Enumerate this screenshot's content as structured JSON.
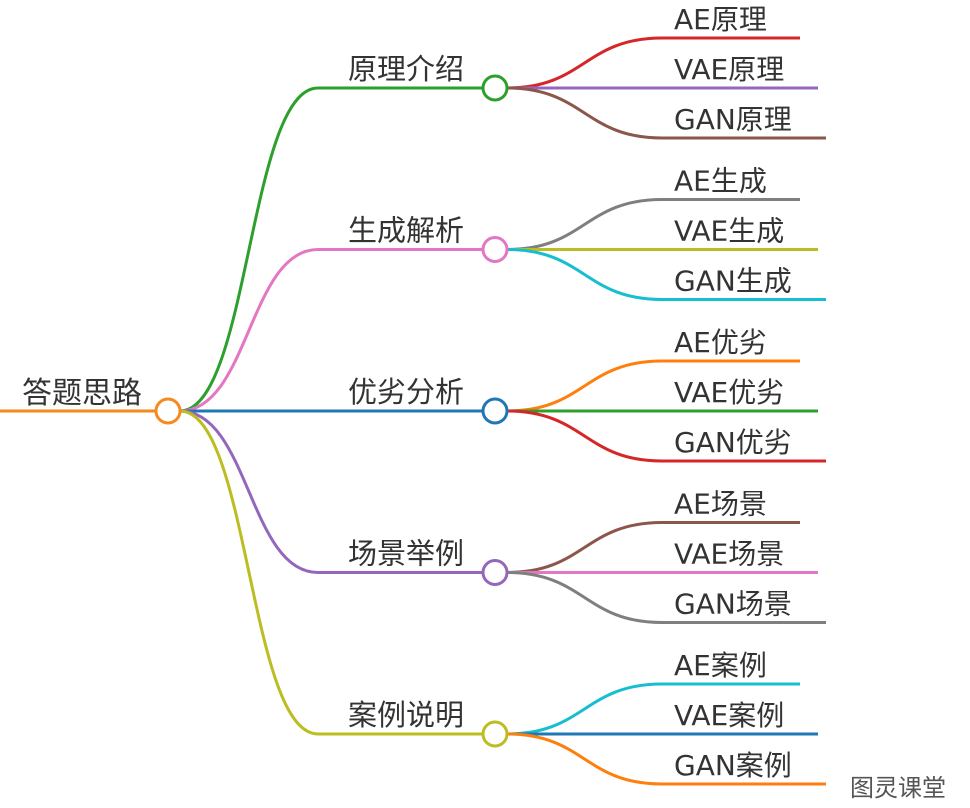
{
  "diagram": {
    "type": "mindmap",
    "root": {
      "label": "答题思路",
      "color": "#f58a1f"
    },
    "branches": [
      {
        "label": "原理介绍",
        "color": "#2ca02c",
        "leaves": [
          {
            "label": "AE原理",
            "color": "#d62728"
          },
          {
            "label": "VAE原理",
            "color": "#9467bd"
          },
          {
            "label": "GAN原理",
            "color": "#8c564b"
          }
        ]
      },
      {
        "label": "生成解析",
        "color": "#e377c2",
        "leaves": [
          {
            "label": "AE生成",
            "color": "#7f7f7f"
          },
          {
            "label": "VAE生成",
            "color": "#bcbd22"
          },
          {
            "label": "GAN生成",
            "color": "#17becf"
          }
        ]
      },
      {
        "label": "优劣分析",
        "color": "#1f77b4",
        "leaves": [
          {
            "label": "AE优劣",
            "color": "#ff7f0e"
          },
          {
            "label": "VAE优劣",
            "color": "#2ca02c"
          },
          {
            "label": "GAN优劣",
            "color": "#d62728"
          }
        ]
      },
      {
        "label": "场景举例",
        "color": "#9467bd",
        "leaves": [
          {
            "label": "AE场景",
            "color": "#8c564b"
          },
          {
            "label": "VAE场景",
            "color": "#e377c2"
          },
          {
            "label": "GAN场景",
            "color": "#7f7f7f"
          }
        ]
      },
      {
        "label": "案例说明",
        "color": "#bcbd22",
        "leaves": [
          {
            "label": "AE案例",
            "color": "#17becf"
          },
          {
            "label": "VAE案例",
            "color": "#1f77b4"
          },
          {
            "label": "GAN案例",
            "color": "#ff7f0e"
          }
        ]
      }
    ]
  },
  "watermark": "图灵课堂"
}
